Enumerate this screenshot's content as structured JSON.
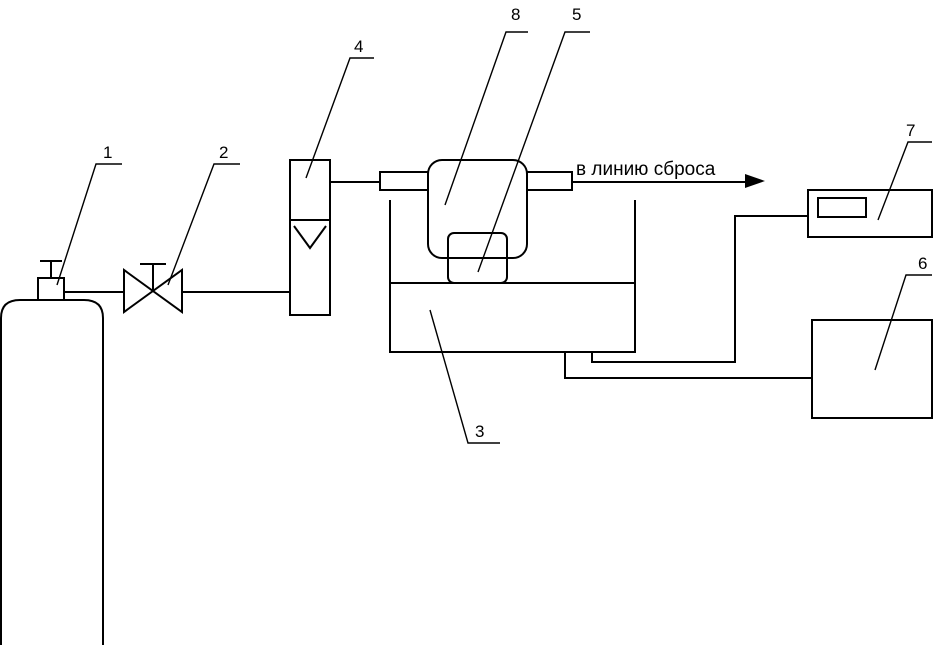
{
  "labels": {
    "cylinder": "1",
    "valve": "2",
    "bath": "3",
    "rotameter": "4",
    "sensor": "5",
    "meter": "6",
    "display": "7",
    "chamber": "8"
  },
  "outlet_text": "в линию сброса"
}
